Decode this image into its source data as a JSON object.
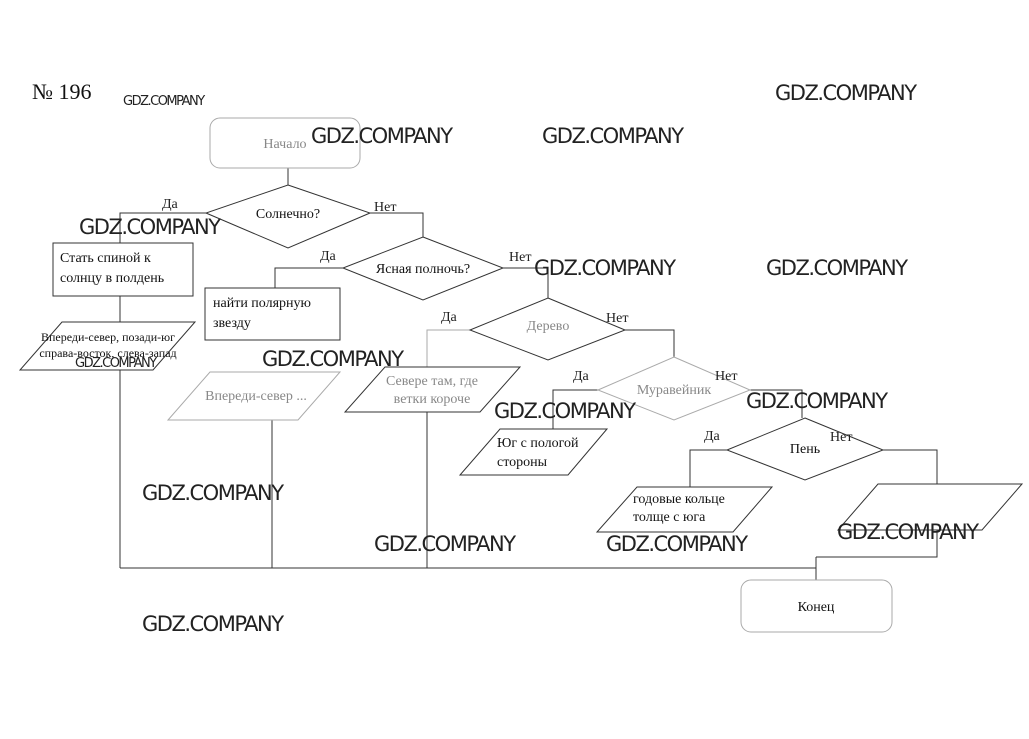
{
  "problem_number": "№ 196",
  "watermark": "GDZ.COMPANY",
  "yes": "Да",
  "no": "Нет",
  "nodes": {
    "start": "Начало",
    "sunny": "Солнечно?",
    "sun_action": [
      "Стать спиной к",
      "солнцу в полдень"
    ],
    "sun_result": [
      "Впереди-север, позади-юг",
      "справа-восток, слева-запад"
    ],
    "midnight": "Ясная полночь?",
    "star_action": [
      "найти полярную",
      "звезду"
    ],
    "star_result": "Впереди-север ...",
    "tree": "Дерево",
    "tree_result": [
      "Севере там, где",
      "ветки короче"
    ],
    "anthill": "Муравейник",
    "anthill_result": [
      "Юг с пологой",
      "стороны"
    ],
    "stump": "Пень",
    "stump_result": [
      "годовые кольце",
      "толще с юга"
    ],
    "end": "Конец"
  }
}
